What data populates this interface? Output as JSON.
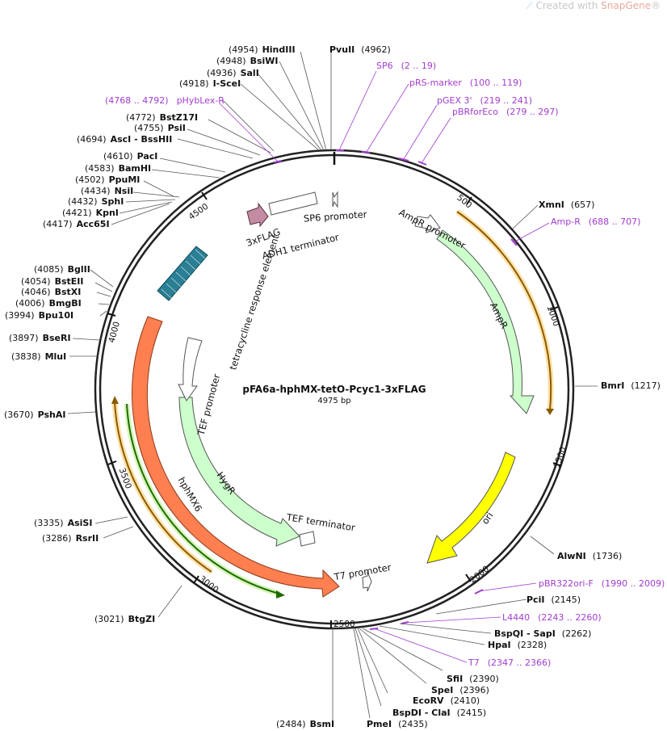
{
  "watermark": {
    "prefix": "Created with ",
    "brand": "SnapGene",
    "mark": "®"
  },
  "plasmid": {
    "name": "pFA6a-hphMX-tetO-Pcyc1-3xFLAG",
    "length_label": "4975 bp",
    "length": 4975
  },
  "ticks": [
    "500",
    "1000",
    "1500",
    "2000",
    "2500",
    "3000",
    "3500",
    "4000",
    "4500"
  ],
  "enzymes": [
    {
      "pos": "(4954)",
      "name": "HindIII"
    },
    {
      "pos": "(4962)",
      "name": "PvuII"
    },
    {
      "pos": "(4948)",
      "name": "BsiWI"
    },
    {
      "pos": "(4936)",
      "name": "SalI"
    },
    {
      "pos": "(4918)",
      "name": "I-SceI"
    },
    {
      "pos": "(4772)",
      "name": "BstZ17I"
    },
    {
      "pos": "(4755)",
      "name": "PsiI"
    },
    {
      "pos": "(4694)",
      "name": "AscI  - BssHII"
    },
    {
      "pos": "(4610)",
      "name": "PacI"
    },
    {
      "pos": "(4583)",
      "name": "BamHI"
    },
    {
      "pos": "(4502)",
      "name": "PpuMI"
    },
    {
      "pos": "(4434)",
      "name": "NsiI"
    },
    {
      "pos": "(4432)",
      "name": "SphI"
    },
    {
      "pos": "(4421)",
      "name": "KpnI"
    },
    {
      "pos": "(4417)",
      "name": "Acc65I"
    },
    {
      "pos": "(4085)",
      "name": "BglII"
    },
    {
      "pos": "(4054)",
      "name": "BstEII"
    },
    {
      "pos": "(4046)",
      "name": "BstXI"
    },
    {
      "pos": "(4006)",
      "name": "BmgBI"
    },
    {
      "pos": "(3994)",
      "name": "Bpu10I"
    },
    {
      "pos": "(3897)",
      "name": "BseRI"
    },
    {
      "pos": "(3838)",
      "name": "MluI"
    },
    {
      "pos": "(3670)",
      "name": "PshAI"
    },
    {
      "pos": "(3335)",
      "name": "AsiSI"
    },
    {
      "pos": "(3286)",
      "name": "RsrII"
    },
    {
      "pos": "(3021)",
      "name": "BtgZI"
    },
    {
      "pos": "(2484)",
      "name": "BsmI"
    },
    {
      "pos": "(2435)",
      "name": "PmeI"
    },
    {
      "pos": "(2415)",
      "name": "BspDI  - ClaI"
    },
    {
      "pos": "(2410)",
      "name": "EcoRV"
    },
    {
      "pos": "(2396)",
      "name": "SpeI"
    },
    {
      "pos": "(2390)",
      "name": "SfiI"
    },
    {
      "pos": "(2328)",
      "name": "HpaI"
    },
    {
      "pos": "(2262)",
      "name": "BspQI  - SapI"
    },
    {
      "pos": "(2145)",
      "name": "PciI"
    },
    {
      "pos": "(1736)",
      "name": "AlwNI"
    },
    {
      "pos": "(1217)",
      "name": "BmrI"
    },
    {
      "pos": "(657)",
      "name": "XmnI"
    }
  ],
  "primers": [
    {
      "name": "SP6",
      "range": "(2 .. 19)"
    },
    {
      "name": "pRS-marker",
      "range": "(100 .. 119)"
    },
    {
      "name": "pGEX 3'",
      "range": "(219 .. 241)"
    },
    {
      "name": "pBRforEco",
      "range": "(279 .. 297)"
    },
    {
      "name": "Amp-R",
      "range": "(688 .. 707)"
    },
    {
      "name": "pHybLex-R",
      "range": "(4768 .. 4792)"
    },
    {
      "name": "pBR322ori-F",
      "range": "(1990 .. 2009)"
    },
    {
      "name": "L4440",
      "range": "(2243 .. 2260)"
    },
    {
      "name": "T7",
      "range": "(2347 .. 2366)"
    }
  ],
  "features": {
    "sp6_promoter": "SP6 promoter",
    "flag": "3xFLAG",
    "adh1": "ADH1 terminator",
    "ampr_promoter": "AmpR promoter",
    "ampr": "AmpR",
    "ori": "ori",
    "t7_promoter": "T7 promoter",
    "tef_terminator": "TEF terminator",
    "hygr": "HygR",
    "tef_promoter": "TEF promoter",
    "hphmx6": "hphMX6",
    "tre": "tetracycline response element"
  },
  "colors": {
    "backbone": "#222222",
    "primer": "#a23ccf",
    "ampr": "#ccffcc",
    "ori": "#ffff00",
    "hphmx6": "#ff7f50",
    "tre": "#2a7f94",
    "flag": "#c38ca3",
    "feature_outline": "#444444"
  }
}
